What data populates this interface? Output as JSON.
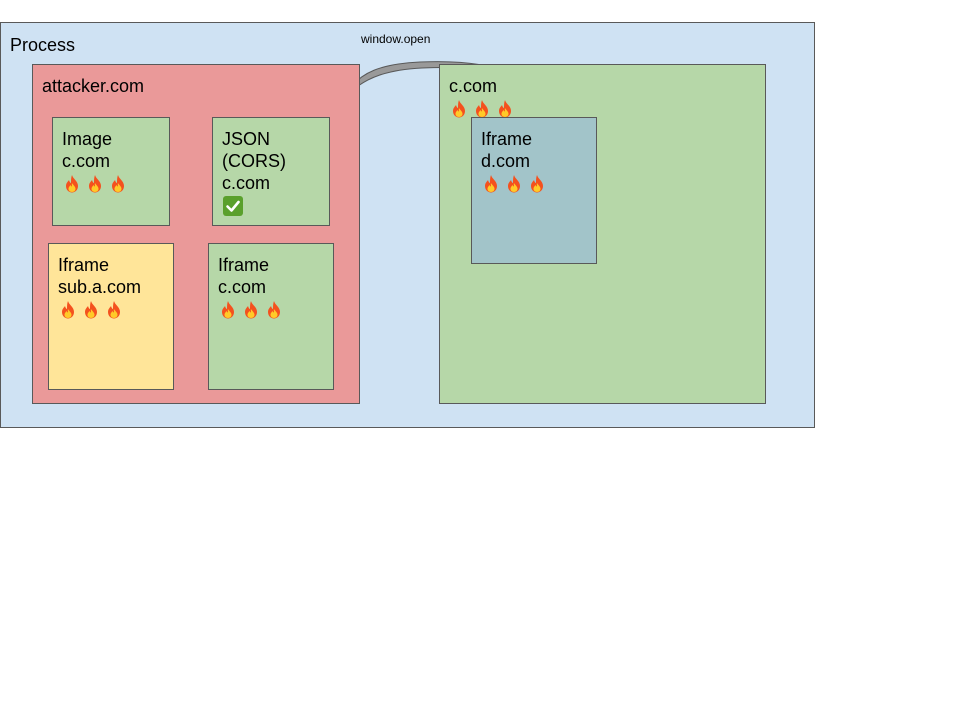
{
  "process": {
    "title": "Process"
  },
  "arrow": {
    "label": "window.open"
  },
  "attacker": {
    "title": "attacker.com",
    "image": {
      "text": "Image\nc.com",
      "status": "blocked"
    },
    "json": {
      "text": "JSON\n(CORS)\nc.com",
      "status": "allowed"
    },
    "iframe_sub": {
      "text": "Iframe\nsub.a.com",
      "status": "blocked"
    },
    "iframe_c": {
      "text": "Iframe\nc.com",
      "status": "blocked"
    }
  },
  "ccom": {
    "title": "c.com",
    "status": "blocked",
    "iframe_d": {
      "text": "Iframe\nd.com",
      "status": "blocked"
    }
  },
  "icons": {
    "fire": "fire-icon",
    "check": "check-mark-icon"
  },
  "colors": {
    "process": "#cfe2f3",
    "attacker": "#ea9999",
    "green": "#b6d7a8",
    "yellow": "#ffe599",
    "teal": "#a2c4c9"
  }
}
